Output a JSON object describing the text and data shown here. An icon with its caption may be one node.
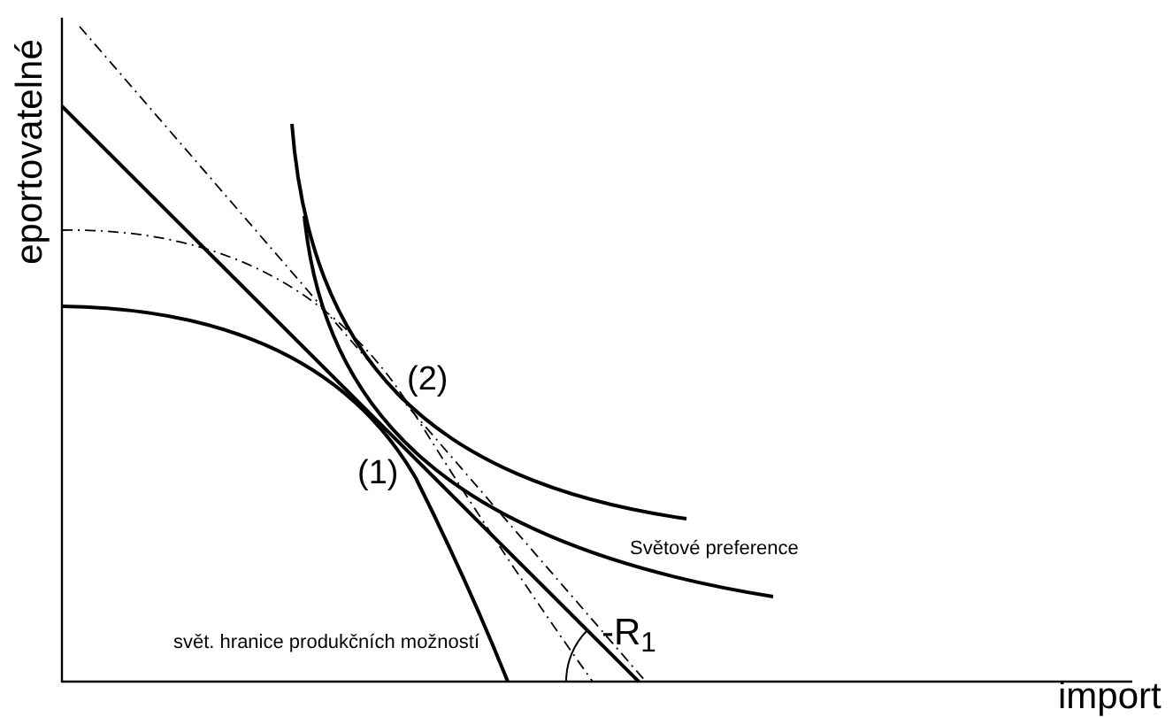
{
  "diagram": {
    "labels": [
      "eportovatelné",
      "(2)",
      "(1)",
      "Světové preference",
      "svět. hranice produkčních možností",
      "-R$_{1}$",
      "import"
    ]
  }
}
